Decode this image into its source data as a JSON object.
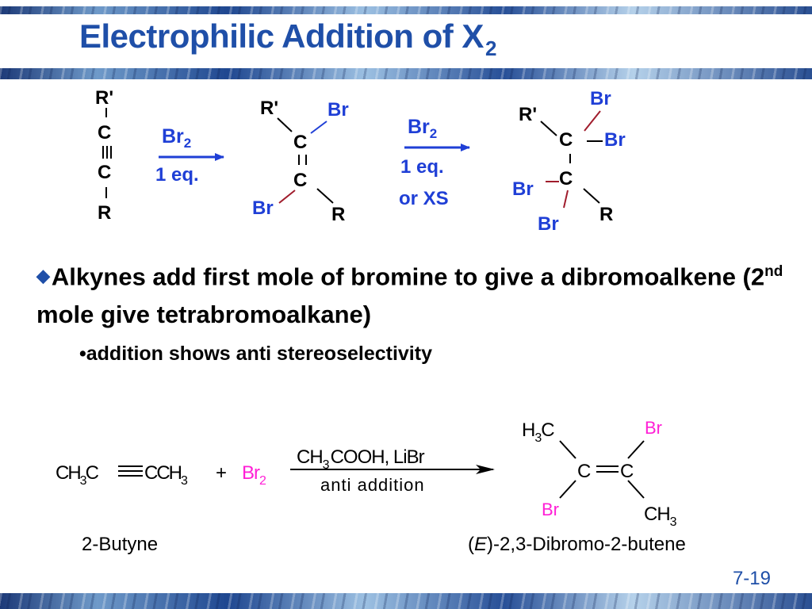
{
  "slide": {
    "title": "Electrophilic Addition of X",
    "title_sub": "2",
    "page_number": "7-19"
  },
  "scheme1": {
    "alkyne": {
      "top_sub": "R'",
      "c1": "C",
      "c2": "C",
      "bottom_sub": "R"
    },
    "arrow1": {
      "reagent": "Br",
      "reagent_sub": "2",
      "condition": "1 eq."
    },
    "dibromide": {
      "sub_top_left": "R'",
      "br_top_right": "Br",
      "c1": "C",
      "c2": "C",
      "br_bottom_left": "Br",
      "sub_bottom_right": "R"
    },
    "arrow2": {
      "reagent": "Br",
      "reagent_sub": "2",
      "condition1": "1 eq.",
      "condition2": "or XS"
    },
    "tetrabromide": {
      "br_top": "Br",
      "sub_top_left": "R'",
      "c1": "C",
      "br_right": "Br",
      "c2": "C",
      "br_left": "Br",
      "br_bottom": "Br",
      "sub_bottom_right": "R"
    }
  },
  "bullets": {
    "main_part1": "Alkynes add first mole of bromine to give a dibromoalkene (2",
    "main_sup": "nd",
    "main_part2": " mole give tetrabromoalkane)",
    "sub": "•addition shows anti stereoselectivity"
  },
  "scheme2": {
    "reactant": {
      "ch": "CH",
      "sub1": "3",
      "c_left": "C",
      "c_right": "CCH",
      "sub2": "3"
    },
    "plus": "+",
    "reagent": {
      "br": "Br",
      "sub": "2"
    },
    "conditions": {
      "ch": "CH",
      "sub": "3",
      "rest": "COOH, LiBr",
      "mode": "anti addition"
    },
    "product": {
      "h": "H",
      "h_sub": "3",
      "h_c": "C",
      "br_top": "Br",
      "c1": "C",
      "c2": "C",
      "br_bottom": "Br",
      "ch": "CH",
      "ch_sub": "3"
    },
    "reactant_name": "2-Butyne",
    "product_name_prefix": "(",
    "product_name_italic": "E",
    "product_name_rest": ")-2,3-Dibromo-2-butene"
  },
  "colors": {
    "title": "#1f4fa8",
    "reagent_blue": "#1f3fd6",
    "bromine_magenta": "#ff1fd6",
    "bond_red": "#a01c2c"
  }
}
